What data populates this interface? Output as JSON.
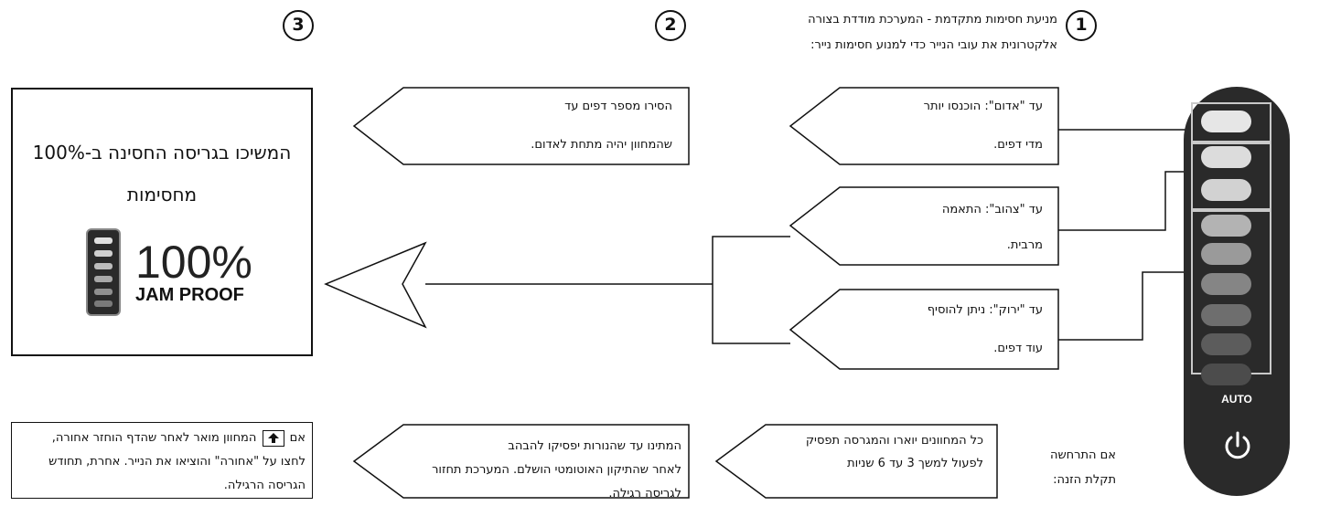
{
  "steps": {
    "one": "1",
    "two": "2",
    "three": "3"
  },
  "intro": {
    "line1": "מניעת חסימות מתקדמת - המערכת מודדת בצורה",
    "line2": "אלקטרונית את עובי הנייר כדי למנוע חסימות נייר:"
  },
  "callouts": {
    "red": {
      "line1": "עד \"אדום\": הוכנסו יותר",
      "line2": "מדי דפים."
    },
    "yellow": {
      "line1": "עד \"צהוב\": התאמה",
      "line2": "מרבית."
    },
    "green": {
      "line1": "עד \"ירוק\": ניתן להוסיף",
      "line2": "עוד דפים."
    },
    "remove": {
      "line1": "הסירו מספר דפים עד",
      "line2": "שהמחוון יהיה מתחת לאדום."
    }
  },
  "result": {
    "line1": "המשיכו בגריסה החסינה ב-100%",
    "line2": "מחסימות",
    "jam_pct": "100%",
    "jam_label": "JAM PROOF"
  },
  "bottom": {
    "overheat": {
      "line1": "אם התרחשה",
      "line2": "תקלת הזנה:"
    },
    "stop": {
      "line1": "כל המחוונים יוארו והמגרסה תפסיק",
      "line2": "לפעול למשך 3 עד 6 שניות"
    },
    "wait": {
      "line1": "המתינו עד שהנורות יפסיקו להבהב",
      "line2": "לאחר שהתיקון האוטומטי הושלם. המערכת תחזור",
      "line3": "לגריסה רגילה."
    },
    "reverse": {
      "line1_a": "אם",
      "line1_b": "המחוון מואר לאחר שהדף הוחזר אחורה,",
      "line2": "לחצו על \"אחורה\" והוציאו את הנייר. אחרת, תחודש",
      "line3": "הגריסה הרגילה."
    }
  },
  "panel": {
    "auto_label": "AUTO",
    "led_colors": [
      "#e6e6e6",
      "#dcdcdc",
      "#d2d2d2",
      "#b3b3b3",
      "#9a9a9a",
      "#858585",
      "#6e6e6e",
      "#5c5c5c",
      "#4c4c4c"
    ],
    "power_icon": "power-icon"
  },
  "icons": {
    "inline": "reverse-indicator-icon"
  }
}
